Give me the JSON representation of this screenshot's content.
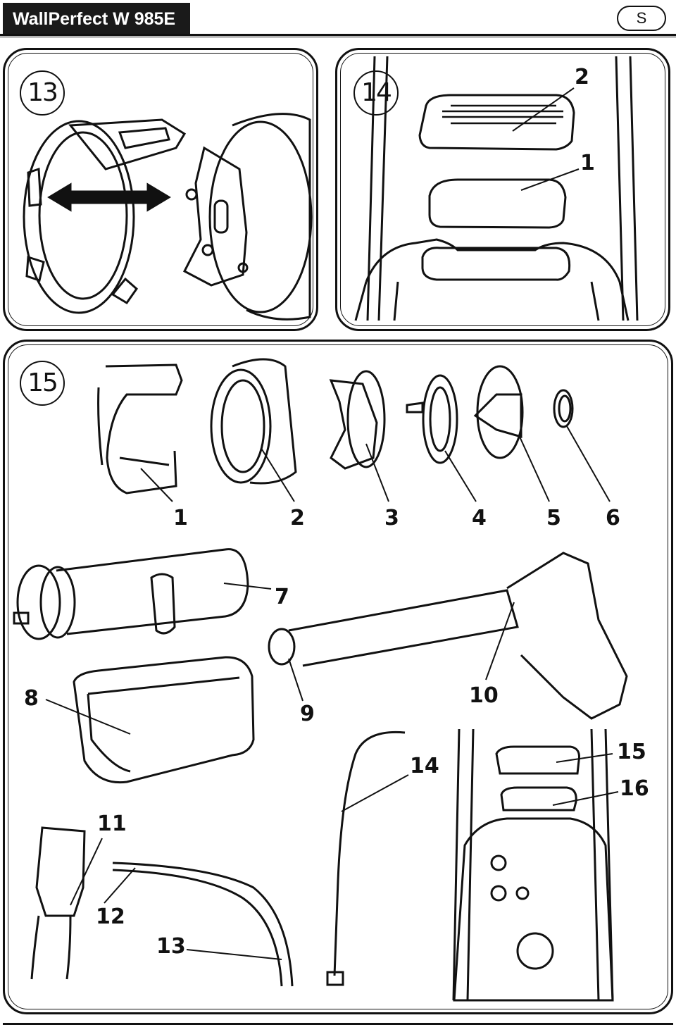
{
  "header": {
    "title": "WallPerfect W 985E",
    "language_badge": "S"
  },
  "figure13": {
    "step_number": "13"
  },
  "figure14": {
    "step_number": "14",
    "callouts": [
      {
        "id": "lid",
        "text": "2"
      },
      {
        "id": "filter",
        "text": "1"
      }
    ]
  },
  "figure15": {
    "step_number": "15",
    "callouts": [
      {
        "id": "c1",
        "text": "1"
      },
      {
        "id": "c2",
        "text": "2"
      },
      {
        "id": "c3",
        "text": "3"
      },
      {
        "id": "c4",
        "text": "4"
      },
      {
        "id": "c5",
        "text": "5"
      },
      {
        "id": "c6",
        "text": "6"
      },
      {
        "id": "c7",
        "text": "7"
      },
      {
        "id": "c8",
        "text": "8"
      },
      {
        "id": "c9",
        "text": "9"
      },
      {
        "id": "c10",
        "text": "10"
      },
      {
        "id": "c11",
        "text": "11"
      },
      {
        "id": "c12",
        "text": "12"
      },
      {
        "id": "c13",
        "text": "13"
      },
      {
        "id": "c14",
        "text": "14"
      },
      {
        "id": "c15",
        "text": "15"
      },
      {
        "id": "c16",
        "text": "16"
      }
    ]
  },
  "colors": {
    "ink": "#111111",
    "paper": "#ffffff"
  }
}
